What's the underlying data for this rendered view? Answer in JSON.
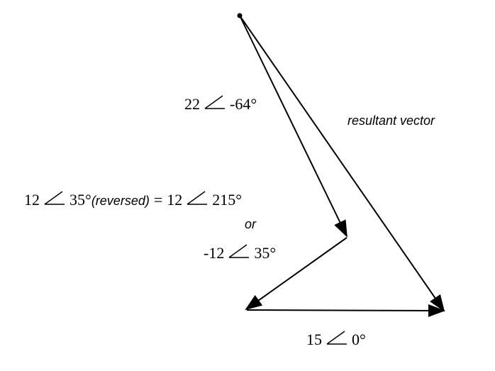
{
  "vector_a": {
    "magnitude": "22",
    "angle": "-64°"
  },
  "resultant": {
    "label": "resultant vector"
  },
  "vector_b": {
    "magnitude": "12",
    "angle": "35°",
    "note": "(reversed)",
    "equals": "=",
    "magnitude2": "12",
    "angle2": "215°"
  },
  "or_label": "or",
  "vector_b_alt": {
    "magnitude": "-12",
    "angle": "35°"
  },
  "vector_c": {
    "magnitude": "15",
    "angle": "0°"
  },
  "angle_icon": "angle-symbol"
}
